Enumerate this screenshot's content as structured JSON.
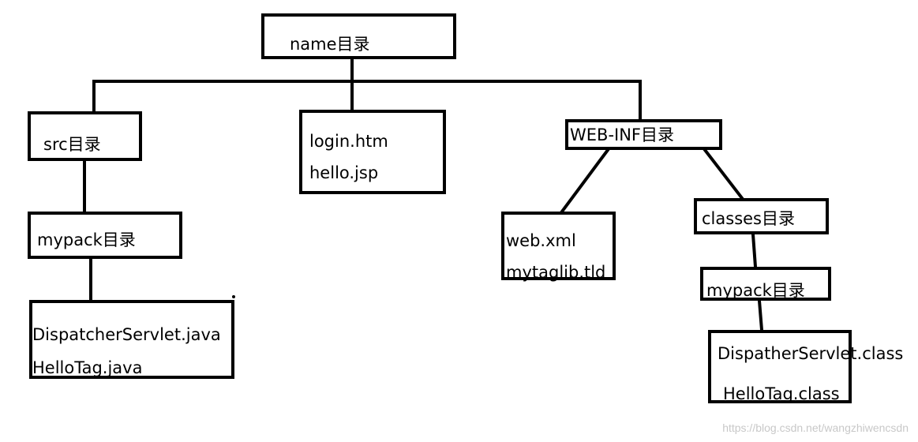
{
  "nodes": {
    "name_dir": {
      "lines": [
        "name目录"
      ]
    },
    "src_dir": {
      "lines": [
        "src目录"
      ]
    },
    "web_root_files": {
      "lines": [
        "login.htm",
        "hello.jsp"
      ]
    },
    "webinf_dir": {
      "lines": [
        "WEB-INF目录"
      ]
    },
    "src_mypack_dir": {
      "lines": [
        "mypack目录"
      ]
    },
    "src_files": {
      "lines": [
        "DispatcherServlet.java",
        "HelloTag.java"
      ]
    },
    "webinf_files": {
      "lines": [
        "web.xml",
        "mytaglib.tld"
      ]
    },
    "classes_dir": {
      "lines": [
        "classes目录"
      ]
    },
    "classes_mypack_dir": {
      "lines": [
        "mypack目录"
      ]
    },
    "class_files": {
      "lines": [
        "DispatherServlet.class",
        "HelloTag.class"
      ]
    }
  },
  "colors": {
    "stroke": "#000000",
    "background": "#ffffff",
    "watermark": "#c8c8c8"
  },
  "watermark": "https://blog.csdn.net/wangzhiwencsdn"
}
